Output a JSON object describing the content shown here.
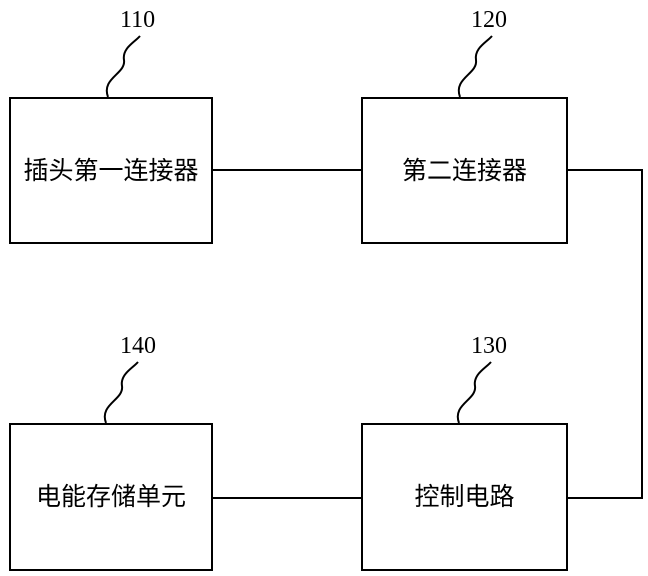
{
  "blocks": {
    "plug_connector": {
      "label": "插头第一连接器",
      "ref": "110"
    },
    "second_connector": {
      "label": "第二连接器",
      "ref": "120"
    },
    "control_circuit": {
      "label": "控制电路",
      "ref": "130"
    },
    "energy_storage": {
      "label": "电能存储单元",
      "ref": "140"
    }
  }
}
